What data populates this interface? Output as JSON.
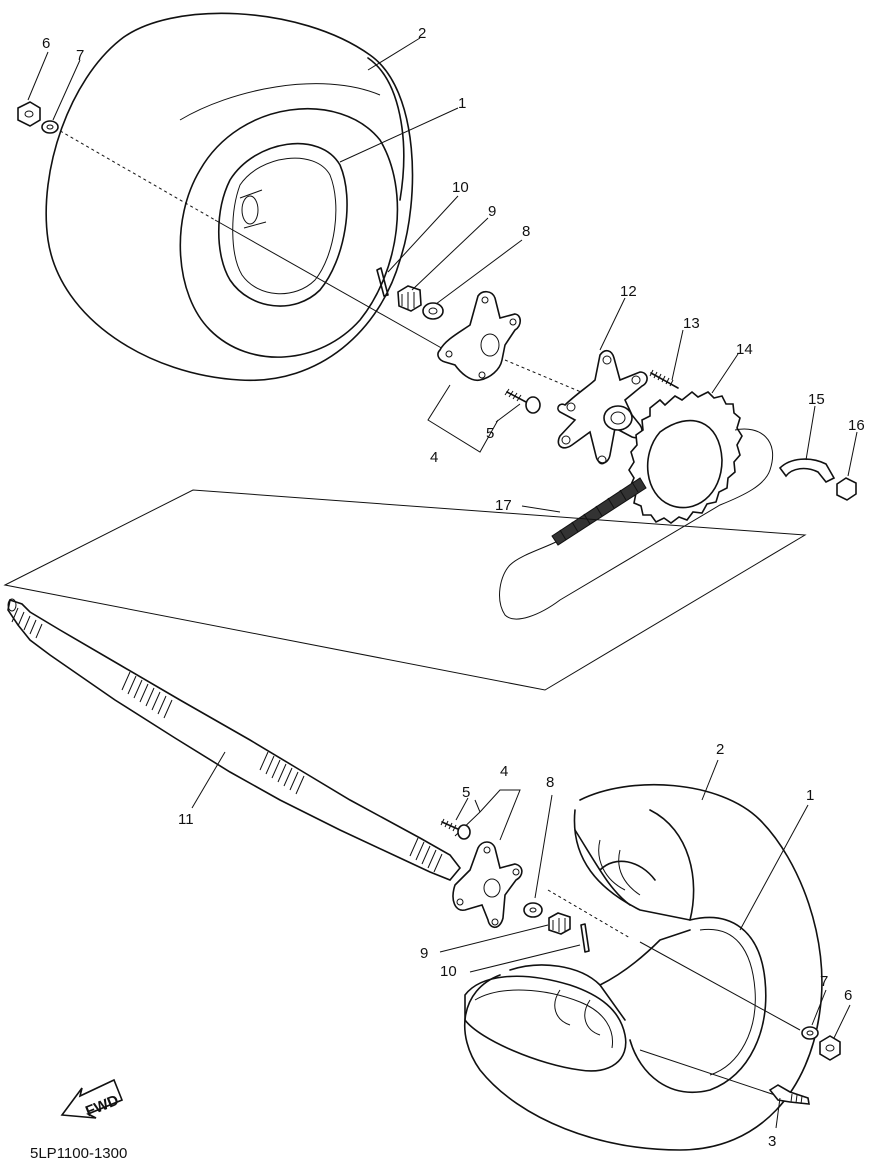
{
  "callouts": {
    "top": {
      "n6": "6",
      "n7": "7",
      "n2": "2",
      "n1": "1",
      "n10": "10",
      "n9": "9",
      "n8": "8",
      "n12": "12",
      "n13": "13",
      "n14": "14",
      "n15": "15",
      "n16": "16",
      "n5": "5",
      "n4": "4",
      "n17": "17"
    },
    "bottom": {
      "n11": "11",
      "n4": "4",
      "n5": "5",
      "n8": "8",
      "n2": "2",
      "n1": "1",
      "n9": "9",
      "n10": "10",
      "n7": "7",
      "n6": "6",
      "n3": "3"
    }
  },
  "fwd_label": "FWD",
  "diagram_code": "5LP1100-1300"
}
